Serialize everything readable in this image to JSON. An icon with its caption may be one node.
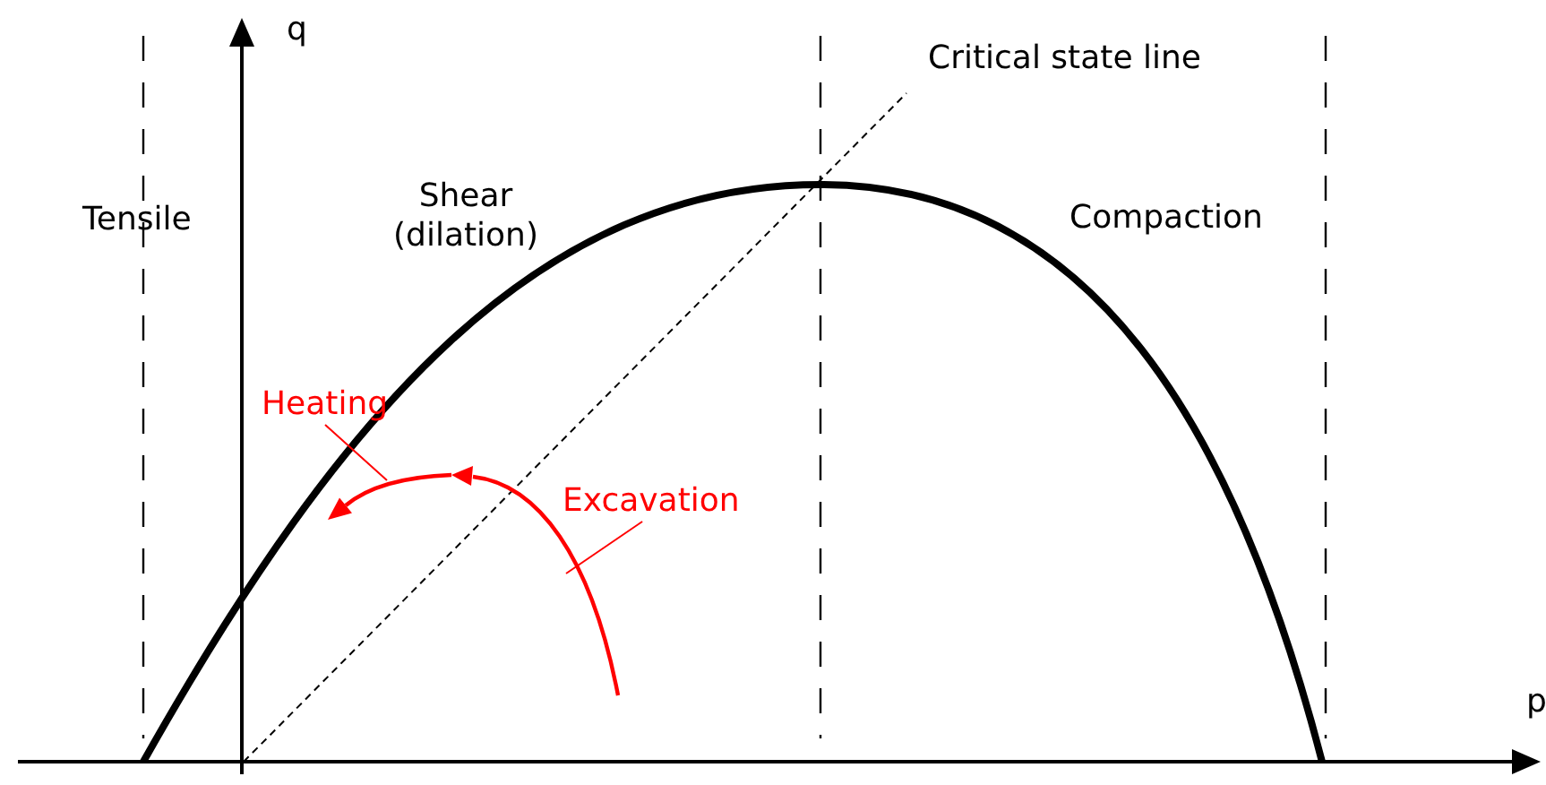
{
  "diagram": {
    "nodes": [
      {
        "text": [
          "Heating"
        ]
      },
      {
        "text": [
          "Excavation"
        ]
      }
    ],
    "edges": [
      {
        "from": 0,
        "to": null,
        "arrow": "none"
      },
      {
        "from": 1,
        "to": null,
        "arrow": "none"
      }
    ],
    "labels": [
      "q",
      "Critical state line",
      "Tensile",
      "Shear (dilation)",
      "Compaction",
      "p"
    ]
  }
}
